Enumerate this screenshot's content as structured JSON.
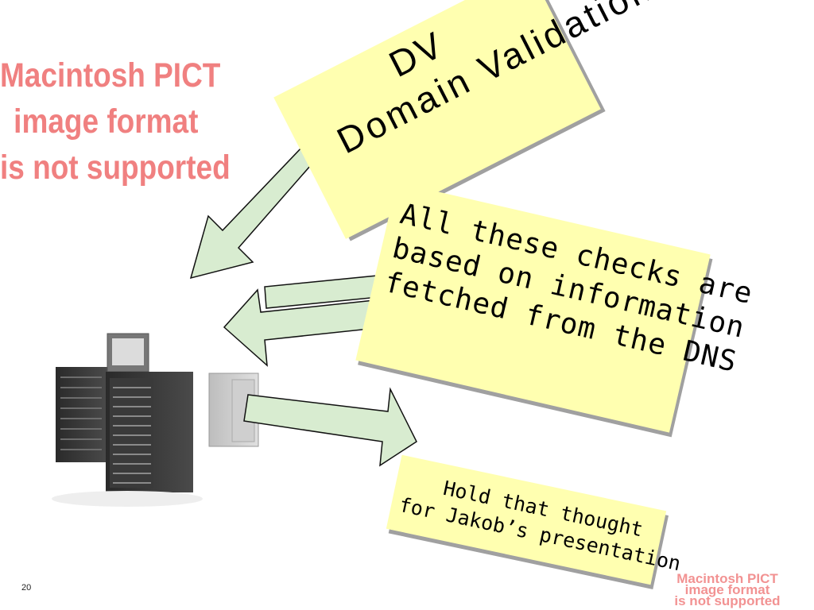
{
  "placeholder_main": {
    "lines": [
      "Macintosh PICT",
      "image format",
      "is not supported"
    ]
  },
  "placeholder_small": {
    "lines": [
      "Macintosh PICT",
      "image format",
      "is not supported"
    ]
  },
  "note_dv": {
    "line1": "DV",
    "line2": "Domain Validation"
  },
  "note_dns": {
    "lines": [
      "All these checks are",
      "based on information",
      "fetched from the DNS"
    ]
  },
  "note_hold": {
    "lines": [
      "Hold that thought",
      "for Jakob’s presentation"
    ]
  },
  "page_number": "20",
  "colors": {
    "note_fill": "#ffffb0",
    "arrow_fill": "#d8ecd0",
    "placeholder_text": "#f08080"
  }
}
